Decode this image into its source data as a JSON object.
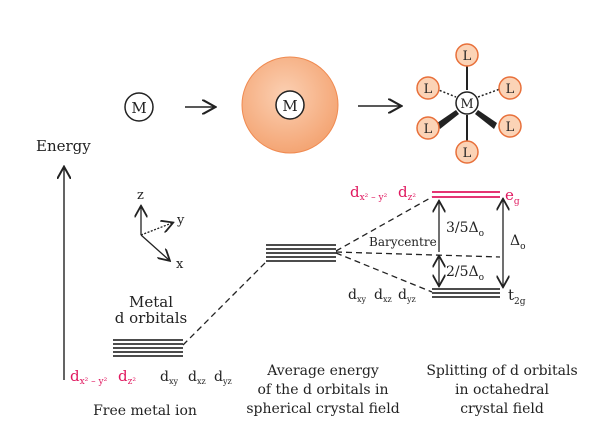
{
  "axis": {
    "energy_label": "Energy"
  },
  "atoms": {
    "metal": "M",
    "ligand": "L"
  },
  "axes3d": {
    "z": "z",
    "y": "y",
    "x": "x"
  },
  "orbitals": {
    "dx2y2": {
      "base": "d",
      "sub": "x² – y²"
    },
    "dz2": {
      "base": "d",
      "sub": "z²"
    },
    "dxy": {
      "base": "d",
      "sub": "xy"
    },
    "dxz": {
      "base": "d",
      "sub": "xz"
    },
    "dyz": {
      "base": "d",
      "sub": "yz"
    }
  },
  "labels": {
    "metal_line1": "Metal",
    "metal_line2": "d orbitals",
    "barycentre": "Barycentre",
    "upper_fraction": "3/5Δ",
    "lower_fraction": "2/5Δ",
    "delta": "Δ",
    "delta_sub": "o",
    "eg": "e",
    "eg_sub": "g",
    "t2g": "t",
    "t2g_sub": "2g"
  },
  "captions": {
    "free_ion": "Free metal ion",
    "avg_line1": "Average energy",
    "avg_line2": "of the d orbitals in",
    "avg_line3": "spherical crystal field",
    "split_line1": "Splitting of d orbitals",
    "split_line2": "in octahedral",
    "split_line3": "crystal field"
  },
  "colors": {
    "highlight": "#e0185f",
    "sphere": "#f6b48b",
    "ligand_fill": "#fbd3b6",
    "ligand_stroke": "#e8703a"
  }
}
